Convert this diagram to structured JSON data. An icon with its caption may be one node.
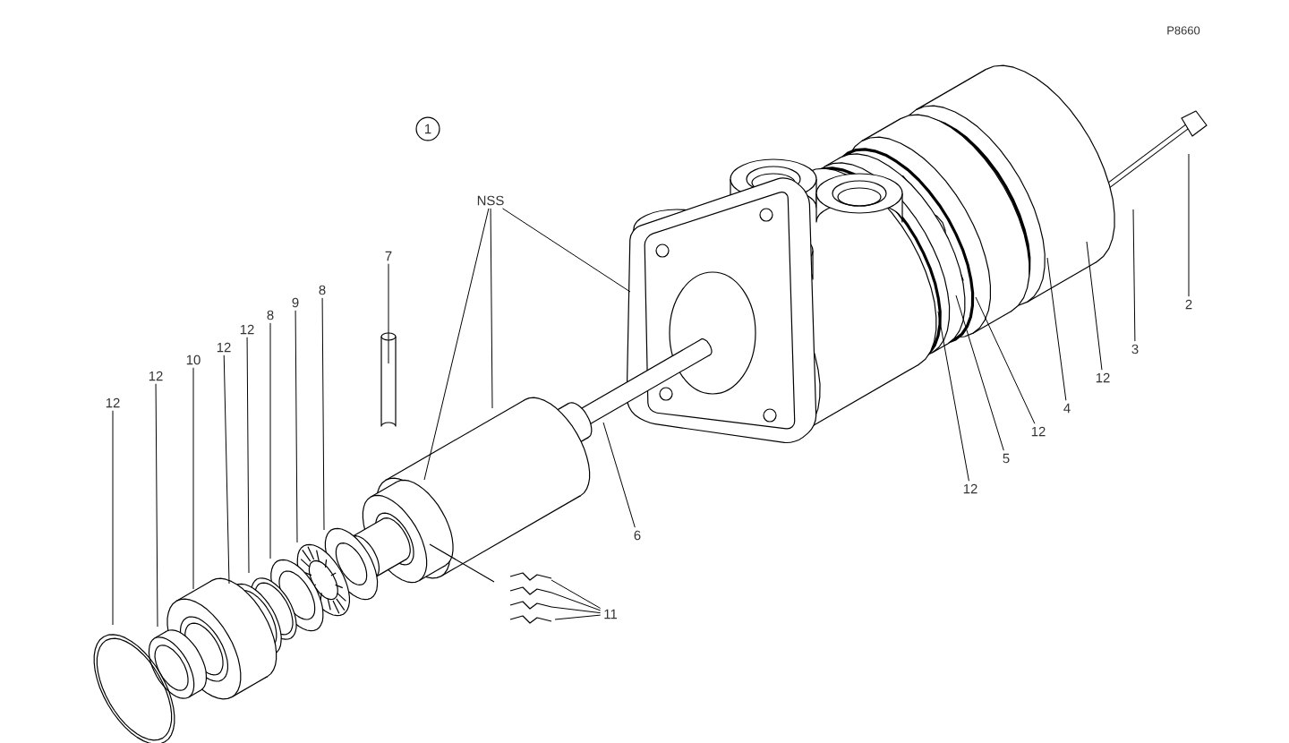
{
  "diagram": {
    "nodes": [
      {
        "text": [
          "1"
        ]
      },
      {
        "text": [
          "NSS"
        ]
      },
      {
        "text": [
          "7"
        ]
      },
      {
        "text": [
          "6"
        ]
      },
      {
        "text": [
          "8"
        ]
      },
      {
        "text": [
          "9"
        ]
      },
      {
        "text": [
          "8"
        ]
      },
      {
        "text": [
          "12"
        ]
      },
      {
        "text": [
          "12"
        ]
      },
      {
        "text": [
          "10"
        ]
      },
      {
        "text": [
          "12"
        ]
      },
      {
        "text": [
          "12"
        ]
      },
      {
        "text": [
          "11"
        ]
      },
      {
        "text": [
          "2"
        ]
      },
      {
        "text": [
          "3"
        ]
      },
      {
        "text": [
          "12"
        ]
      },
      {
        "text": [
          "4"
        ]
      },
      {
        "text": [
          "12"
        ]
      },
      {
        "text": [
          "5"
        ]
      },
      {
        "text": [
          "12"
        ]
      }
    ],
    "edges": [
      {
        "from": 1,
        "to": null,
        "arrow": "none"
      },
      {
        "from": 1,
        "to": null,
        "arrow": "none"
      },
      {
        "from": 1,
        "to": null,
        "arrow": "none"
      },
      {
        "from": 2,
        "to": null,
        "arrow": "none"
      },
      {
        "from": 3,
        "to": null,
        "arrow": "none"
      },
      {
        "from": 4,
        "to": null,
        "arrow": "none"
      },
      {
        "from": 5,
        "to": null,
        "arrow": "none"
      },
      {
        "from": 6,
        "to": null,
        "arrow": "none"
      },
      {
        "from": 7,
        "to": null,
        "arrow": "none"
      },
      {
        "from": 8,
        "to": null,
        "arrow": "none"
      },
      {
        "from": 9,
        "to": null,
        "arrow": "none"
      },
      {
        "from": 10,
        "to": null,
        "arrow": "none"
      },
      {
        "from": 11,
        "to": null,
        "arrow": "none"
      },
      {
        "from": 12,
        "to": null,
        "arrow": "none"
      },
      {
        "from": 12,
        "to": null,
        "arrow": "none"
      },
      {
        "from": 12,
        "to": null,
        "arrow": "none"
      },
      {
        "from": 12,
        "to": null,
        "arrow": "none"
      },
      {
        "from": 13,
        "to": null,
        "arrow": "none"
      },
      {
        "from": 14,
        "to": null,
        "arrow": "none"
      },
      {
        "from": 15,
        "to": null,
        "arrow": "none"
      },
      {
        "from": 16,
        "to": null,
        "arrow": "none"
      },
      {
        "from": 17,
        "to": null,
        "arrow": "none"
      },
      {
        "from": 18,
        "to": null,
        "arrow": "none"
      },
      {
        "from": 19,
        "to": null,
        "arrow": "none"
      }
    ],
    "labels": [
      "P8660"
    ]
  }
}
